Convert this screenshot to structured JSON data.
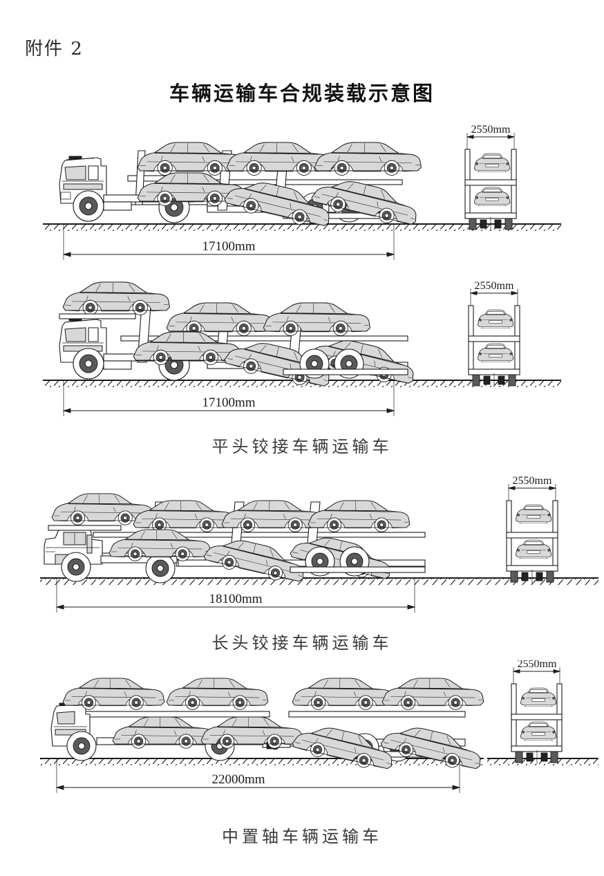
{
  "document": {
    "attachment_label": "附件 2",
    "title": "车辆运输车合规装载示意图"
  },
  "figures": [
    {
      "id": "fig-1",
      "length_dimension": "17100mm",
      "width_dimension": "2550mm",
      "caption": "",
      "truck_type": "flat-nose-articulated",
      "cars_upper": 3,
      "cars_lower": 3,
      "cars_total": 6,
      "cross_section_cars": 2
    },
    {
      "id": "fig-2",
      "length_dimension": "17100mm",
      "width_dimension": "2550mm",
      "caption": "平头铰接车辆运输车",
      "truck_type": "flat-nose-articulated",
      "cars_upper": 3,
      "cars_lower": 3,
      "cars_total": 6,
      "cross_section_cars": 2
    },
    {
      "id": "fig-3",
      "length_dimension": "18100mm",
      "width_dimension": "2550mm",
      "caption": "长头铰接车辆运输车",
      "truck_type": "long-nose-articulated",
      "cars_upper": 4,
      "cars_lower": 3,
      "cars_total": 7,
      "cross_section_cars": 2
    },
    {
      "id": "fig-4",
      "length_dimension": "22000mm",
      "width_dimension": "2550mm",
      "caption": "中置轴车辆运输车",
      "truck_type": "center-axle-trailer",
      "cars_upper": 4,
      "cars_lower": 4,
      "cars_total": 8,
      "cross_section_cars": 2
    }
  ],
  "captions": {
    "group_1": "平头铰接车辆运输车",
    "group_2": "长头铰接车辆运输车",
    "group_3": "中置轴车辆运输车"
  },
  "dimensions": {
    "len_1": "17100mm",
    "len_2": "17100mm",
    "len_3": "18100mm",
    "len_4": "22000mm",
    "width_all": "2550mm"
  },
  "colors": {
    "line": "#1a1a1a",
    "fill_light": "#d8d8d8",
    "fill_dark": "#5a5a5a",
    "background": "#ffffff"
  }
}
